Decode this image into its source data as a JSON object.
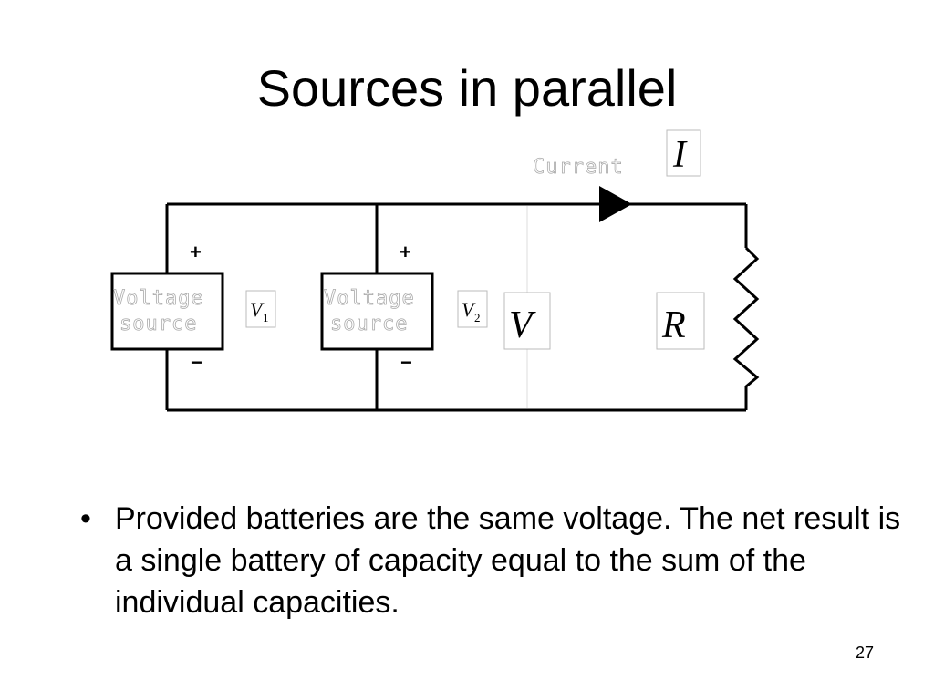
{
  "slide": {
    "title": "Sources in parallel",
    "page_number": "27"
  },
  "diagram": {
    "current_label": "Current",
    "current_symbol": "I",
    "source_1": {
      "line1": "Voltage",
      "line2": "source",
      "plus": "+",
      "minus": "−",
      "symbol": "V",
      "subscript": "1"
    },
    "source_2": {
      "line1": "Voltage",
      "line2": "source",
      "plus": "+",
      "minus": "−",
      "symbol": "V",
      "subscript": "2"
    },
    "voltage_symbol": "V",
    "resistor_symbol": "R"
  },
  "bullets": [
    {
      "glyph": "•",
      "text": "Provided batteries are the same voltage. The net result is a single battery of capacity equal to the sum of the individual capacities."
    }
  ]
}
